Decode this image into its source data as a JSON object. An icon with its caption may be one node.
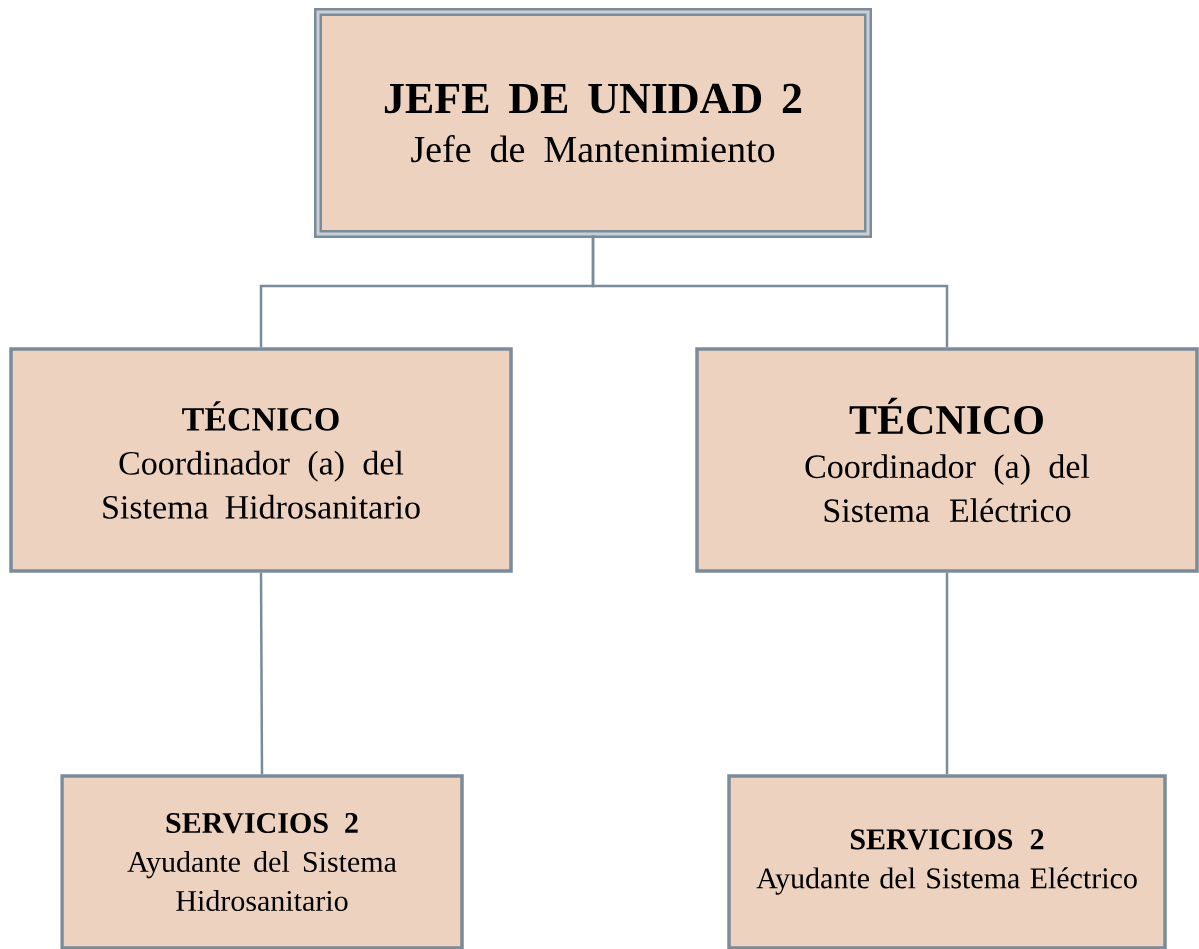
{
  "diagram": {
    "nodes": [
      {
        "text": [
          "JEFE DE UNIDAD 2",
          "Jefe de Mantenimiento"
        ]
      },
      {
        "text": [
          "TÉCNICO",
          "Coordinador (a) del Sistema Hidrosanitario"
        ]
      },
      {
        "text": [
          "TÉCNICO",
          "Coordinador (a) del Sistema Eléctrico"
        ]
      },
      {
        "text": [
          "SERVICIOS 2",
          "Ayudante del Sistema Hidrosanitario"
        ]
      },
      {
        "text": [
          "SERVICIOS 2",
          "Ayudante del Sistema Eléctrico"
        ]
      }
    ],
    "edges": [
      {
        "from": 0,
        "to": 1,
        "arrow": "none"
      },
      {
        "from": 0,
        "to": 2,
        "arrow": "none"
      },
      {
        "from": 1,
        "to": 3,
        "arrow": "none"
      },
      {
        "from": 2,
        "to": 4,
        "arrow": "none"
      }
    ]
  }
}
